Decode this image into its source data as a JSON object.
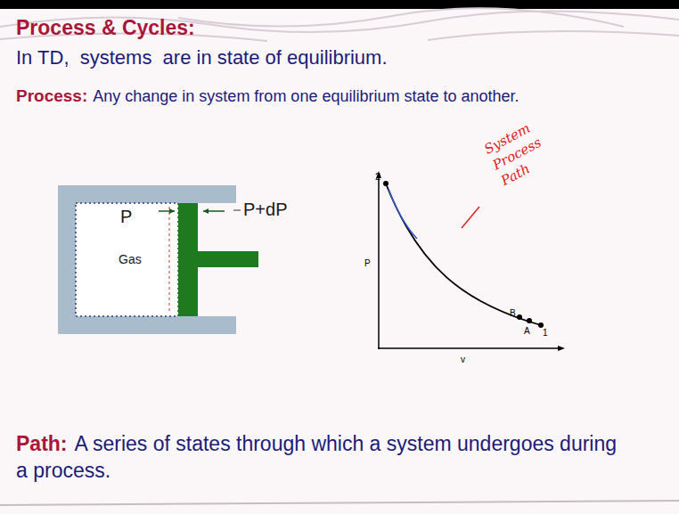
{
  "diagram": {
    "title": "Process & Cycles:",
    "labels": [
      "In TD,  systems  are in state of equilibrium.",
      "Process:",
      "Any change in system from one equilibrium state to another.",
      "P",
      "Gas",
      "P+dP",
      "2",
      "P",
      "B",
      "A",
      "1",
      "v",
      "System Process Path",
      "Path:",
      "A series of states through which a system undergoes during a process."
    ]
  }
}
